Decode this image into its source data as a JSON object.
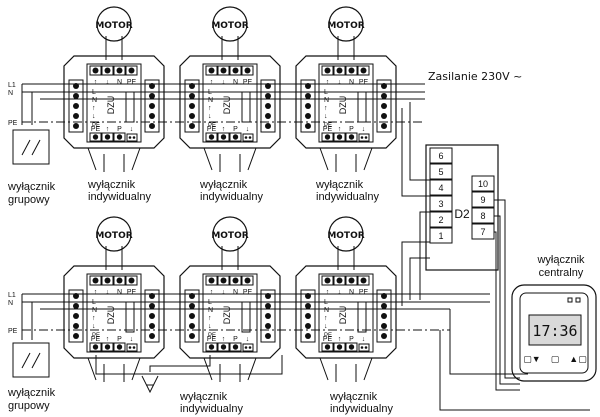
{
  "colors": {
    "ink": "#111111",
    "paper": "#ffffff",
    "lcd": "#d9d9d9"
  },
  "motor_label": "MOTOR",
  "dzu_label": "DZU",
  "terminal_labels": {
    "top": [
      "↑",
      "↓",
      "N",
      "PE"
    ],
    "bottom": [
      "PE",
      "↑",
      "P",
      "↓"
    ],
    "left": [
      "L",
      "N",
      "↑",
      "↓"
    ],
    "left_pe": "PE"
  },
  "supply_label": "Zasilanie 230V ~",
  "lines": {
    "l1": "L1",
    "n": "N",
    "pe": "PE"
  },
  "switches": {
    "group_top": [
      "wyłącznik",
      "grupowy"
    ],
    "individual_1": [
      "wyłącznik",
      "indywidualny"
    ],
    "individual_2": [
      "wyłącznik",
      "indywidualny"
    ],
    "individual_3": [
      "wyłącznik",
      "indywidualny"
    ],
    "group_bottom": [
      "wyłącznik",
      "grupowy"
    ],
    "individual_4": [
      "wyłącznik",
      "indywidualny"
    ],
    "individual_5": [
      "wyłącznik",
      "indywidualny"
    ],
    "central": [
      "wyłącznik",
      "centralny"
    ]
  },
  "d2": {
    "label": "D2",
    "left_terminals": [
      "6",
      "5",
      "4",
      "3",
      "2",
      "1"
    ],
    "right_terminals": [
      "10",
      "9",
      "8",
      "7"
    ]
  },
  "timer": {
    "time": "17:36",
    "buttons": [
      "▢▼",
      "▢",
      "▲▢"
    ]
  }
}
